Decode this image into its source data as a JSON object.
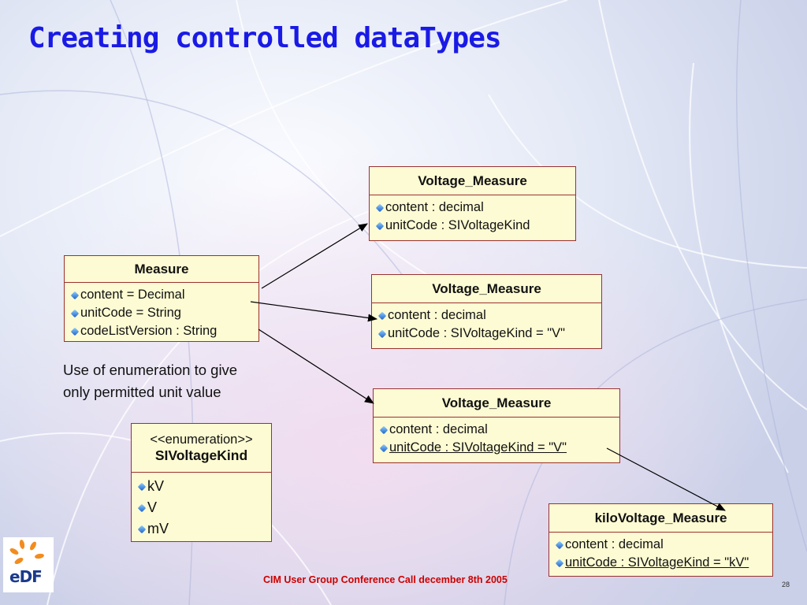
{
  "title": "Creating controlled dataTypes",
  "measure": {
    "name": "Measure",
    "attrs": [
      "content = Decimal",
      "unitCode = String",
      "codeListVersion : String"
    ]
  },
  "vm1": {
    "name": "Voltage_Measure",
    "attrs": [
      "content : decimal",
      "unitCode : SIVoltageKind"
    ]
  },
  "vm2": {
    "name": "Voltage_Measure",
    "attrs": [
      "content : decimal",
      "unitCode : SIVoltageKind = \"V\""
    ]
  },
  "vm3": {
    "name": "Voltage_Measure",
    "attrs": [
      "content : decimal",
      "unitCode : SIVoltageKind = \"V\""
    ]
  },
  "kvm": {
    "name": "kiloVoltage_Measure",
    "attrs": [
      "content : decimal",
      "unitCode : SIVoltageKind = \"kV\""
    ]
  },
  "enum": {
    "stereotype": "<<enumeration>>",
    "name": "SIVoltageKind",
    "values": [
      "kV",
      "V",
      "mV"
    ]
  },
  "note": {
    "line1": "Use of enumeration to give",
    "line2": "only permitted unit value"
  },
  "footer": "CIM User Group Conference Call december 8th 2005",
  "page_number": "28",
  "logo_text": "eDF",
  "colors": {
    "title": "#1a1ae6",
    "footer": "#cc0000",
    "box_fill": "#fdfbd3",
    "box_border": "#9a3131"
  }
}
